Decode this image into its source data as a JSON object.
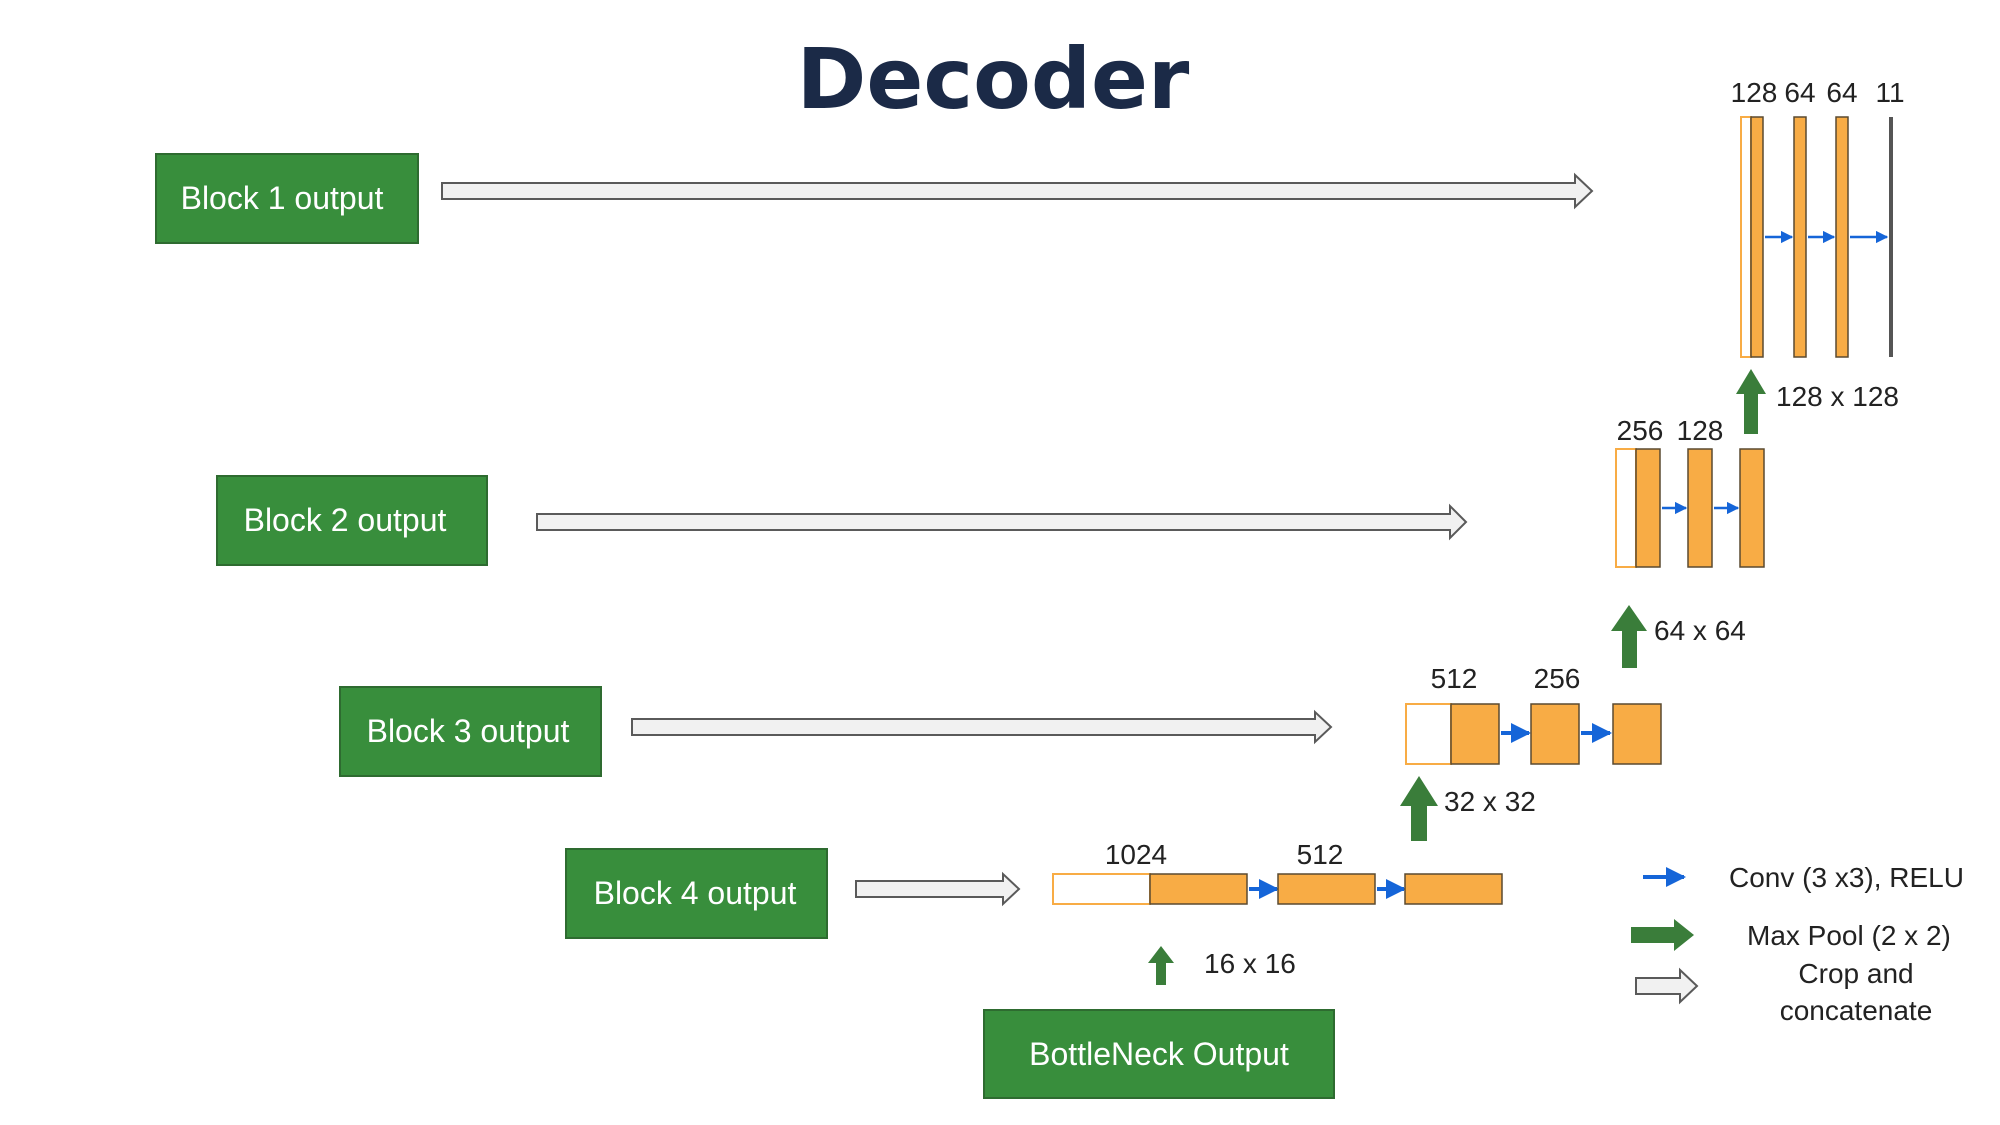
{
  "title": "Decoder",
  "colors": {
    "green_block": "#388e3c",
    "green_arrow": "#3a7d3a",
    "orange": "#f8ac45",
    "orange_border": "#e09a2c",
    "blue_arrow": "#1565d8",
    "gray_arrow_fill": "#f1f1f1",
    "gray_arrow_stroke": "#5a5a5a",
    "final_line": "#555555"
  },
  "encoder_blocks": [
    {
      "label": "Block 1 output"
    },
    {
      "label": "Block 2 output"
    },
    {
      "label": "Block 3 output"
    },
    {
      "label": "Block 4 output"
    }
  ],
  "bottleneck": {
    "label": "BottleNeck Output"
  },
  "stages": [
    {
      "channels": [
        "1024",
        "512"
      ],
      "size": "16 x 16"
    },
    {
      "channels": [
        "512",
        "256"
      ],
      "size": "32 x 32"
    },
    {
      "channels": [
        "256",
        "128"
      ],
      "size": "64 x 64"
    },
    {
      "channels": [
        "128",
        "64",
        "64",
        "11"
      ],
      "size": "128 x 128"
    }
  ],
  "legend": {
    "conv": "Conv (3 x3), RELU",
    "pool": "Max Pool (2 x 2)",
    "crop_line1": "Crop and",
    "crop_line2": "concatenate"
  }
}
